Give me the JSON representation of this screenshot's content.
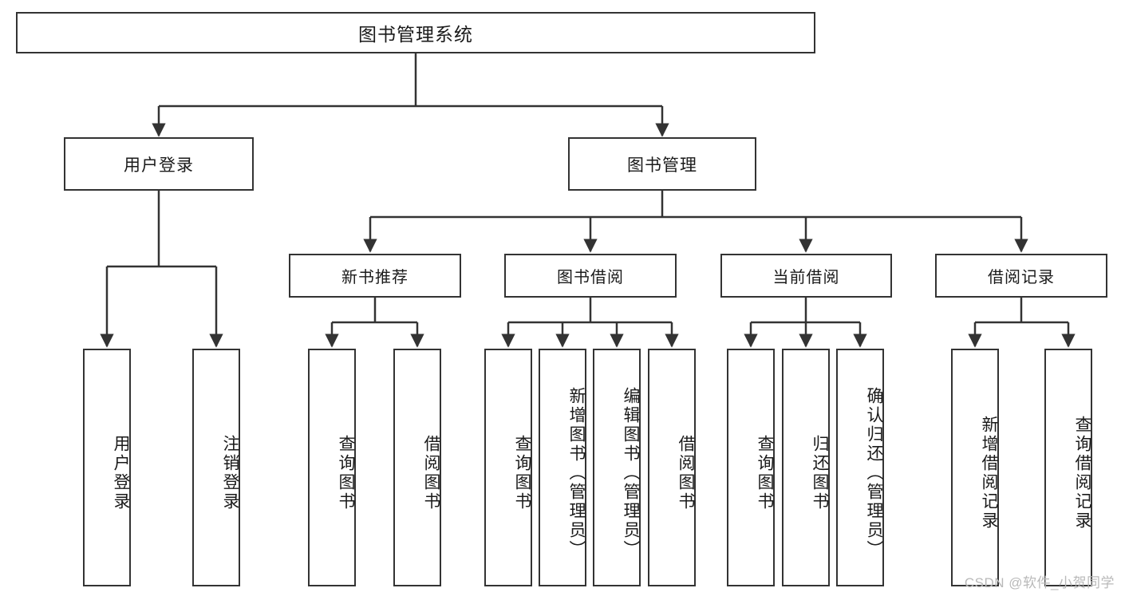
{
  "diagram": {
    "title": "图书管理系统",
    "type": "function-structure-tree",
    "watermark": "CSDN @软件_小贺同学",
    "colors": {
      "stroke": "#333333",
      "fill": "#ffffff",
      "text": "#1a1a1a",
      "watermark": "#b9b9b9"
    }
  },
  "root": {
    "label": "图书管理系统"
  },
  "branches": [
    {
      "label": "用户登录",
      "leaves": [
        {
          "label": "用户登录"
        },
        {
          "label": "注销登录"
        }
      ]
    },
    {
      "label": "图书管理",
      "children": [
        {
          "label": "新书推荐",
          "leaves": [
            {
              "label": "查询图书"
            },
            {
              "label": "借阅图书"
            }
          ]
        },
        {
          "label": "图书借阅",
          "leaves": [
            {
              "label": "查询图书"
            },
            {
              "label": "新增图书（管理员）"
            },
            {
              "label": "编辑图书（管理员）"
            },
            {
              "label": "借阅图书"
            }
          ]
        },
        {
          "label": "当前借阅",
          "leaves": [
            {
              "label": "查询图书"
            },
            {
              "label": "归还图书"
            },
            {
              "label": "确认归还（管理员）"
            }
          ]
        },
        {
          "label": "借阅记录",
          "leaves": [
            {
              "label": "新增借阅记录"
            },
            {
              "label": "查询借阅记录"
            }
          ]
        }
      ]
    }
  ]
}
